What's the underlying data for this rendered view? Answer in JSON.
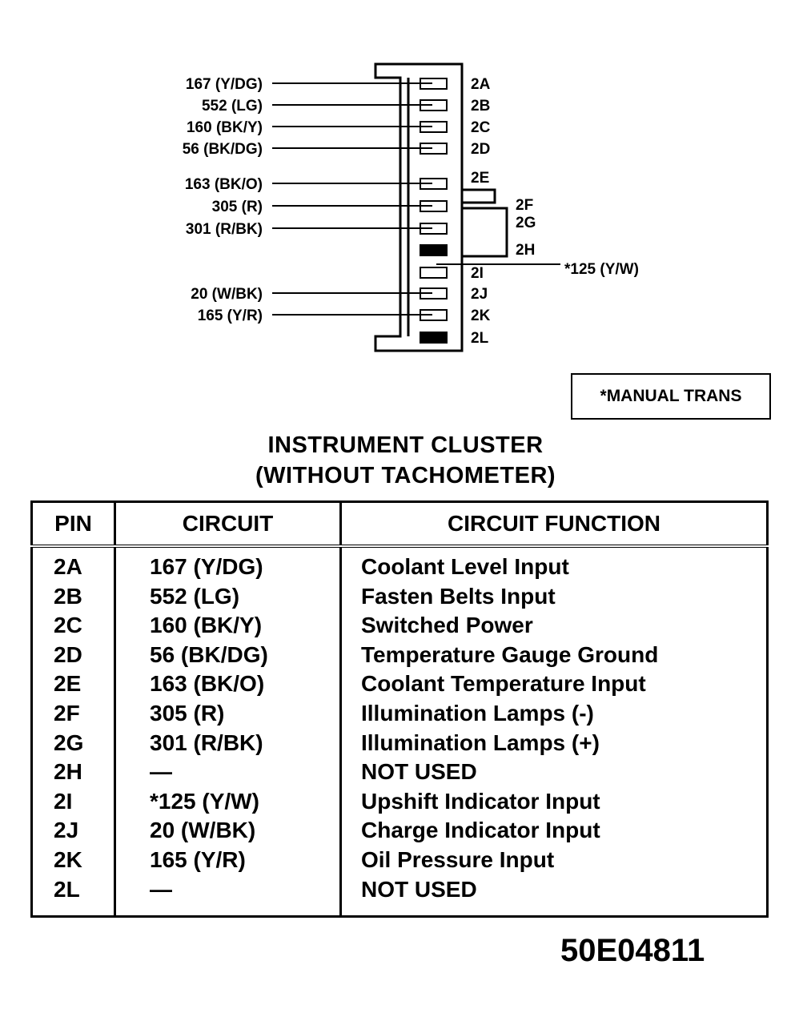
{
  "connector": {
    "pins": [
      {
        "pin": "2A",
        "wire": "167 (Y/DG)"
      },
      {
        "pin": "2B",
        "wire": "552 (LG)"
      },
      {
        "pin": "2C",
        "wire": "160 (BK/Y)"
      },
      {
        "pin": "2D",
        "wire": "56 (BK/DG)"
      },
      {
        "pin": "2E",
        "wire": "163 (BK/O)"
      },
      {
        "pin": "2F",
        "wire": "305 (R)"
      },
      {
        "pin": "2G",
        "wire": "301 (R/BK)"
      },
      {
        "pin": "2H",
        "wire": ""
      },
      {
        "pin": "2I",
        "wire": "*125 (Y/W)"
      },
      {
        "pin": "2J",
        "wire": "20 (W/BK)"
      },
      {
        "pin": "2K",
        "wire": "165 (Y/R)"
      },
      {
        "pin": "2L",
        "wire": ""
      }
    ]
  },
  "note": "*MANUAL TRANS",
  "title_line1": "INSTRUMENT CLUSTER",
  "title_line2": "(WITHOUT TACHOMETER)",
  "table": {
    "headers": [
      "PIN",
      "CIRCUIT",
      "CIRCUIT FUNCTION"
    ],
    "rows": [
      {
        "pin": "2A",
        "circuit": "167 (Y/DG)",
        "function": "Coolant Level Input"
      },
      {
        "pin": "2B",
        "circuit": "552 (LG)",
        "function": "Fasten Belts Input"
      },
      {
        "pin": "2C",
        "circuit": "160 (BK/Y)",
        "function": "Switched Power"
      },
      {
        "pin": "2D",
        "circuit": "56 (BK/DG)",
        "function": "Temperature Gauge Ground"
      },
      {
        "pin": "2E",
        "circuit": "163 (BK/O)",
        "function": "Coolant Temperature Input"
      },
      {
        "pin": "2F",
        "circuit": "305 (R)",
        "function": "Illumination Lamps (-)"
      },
      {
        "pin": "2G",
        "circuit": "301 (R/BK)",
        "function": "Illumination Lamps (+)"
      },
      {
        "pin": "2H",
        "circuit": "—",
        "function": "NOT USED"
      },
      {
        "pin": "2I",
        "circuit": "*125 (Y/W)",
        "function": "Upshift Indicator Input"
      },
      {
        "pin": "2J",
        "circuit": "20 (W/BK)",
        "function": "Charge Indicator Input"
      },
      {
        "pin": "2K",
        "circuit": "165 (Y/R)",
        "function": "Oil Pressure Input"
      },
      {
        "pin": "2L",
        "circuit": "—",
        "function": "NOT USED"
      }
    ]
  },
  "part_number": "50E04811"
}
